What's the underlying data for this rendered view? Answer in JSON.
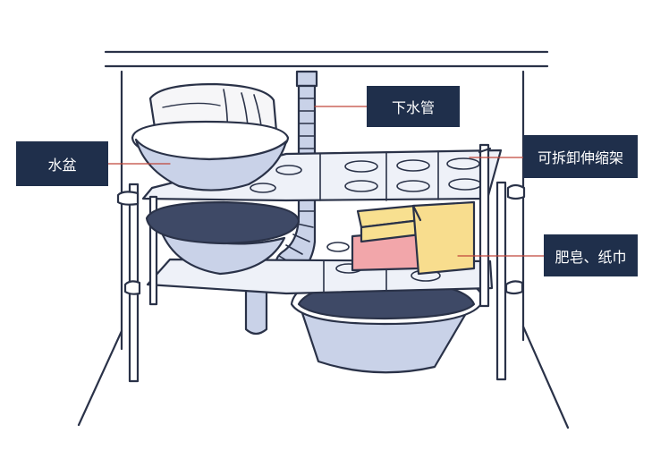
{
  "labels": {
    "basin": "水盆",
    "drain_pipe": "下水管",
    "rack": "可拆卸伸缩架",
    "soap_tissue": "肥皂、纸巾"
  },
  "colors": {
    "label_bg": "#1f2f4b",
    "label_text": "#ffffff",
    "outline": "#2a3248",
    "basin_fill": "#c9d2e8",
    "basin_dark": "#3e4966",
    "shelf_fill": "#eef1f8",
    "towel_fill": "#f6f6f8",
    "soap_yellow": "#f8e090",
    "tissue_yellow": "#f8dd8e",
    "soap_pink": "#f2a6aa"
  }
}
